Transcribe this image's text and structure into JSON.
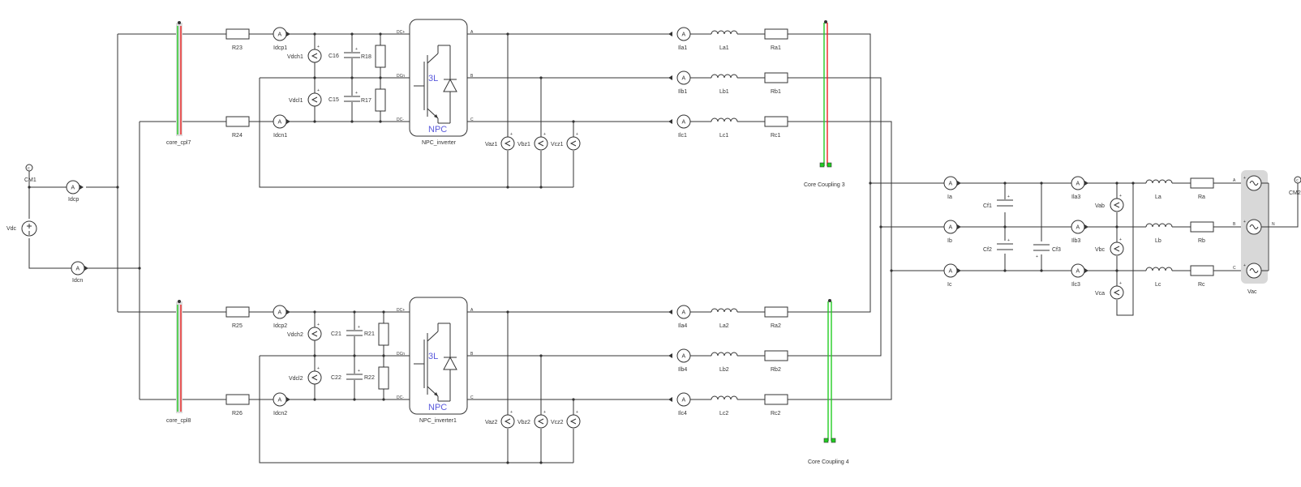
{
  "labels": {
    "R23": "R23",
    "R24": "R24",
    "R25": "R25",
    "R26": "R26",
    "Idcp1": "Idcp1",
    "Idcn1": "Idcn1",
    "Idcp2": "Idcp2",
    "Idcn2": "Idcn2",
    "Vdch1": "Vdch1",
    "Vdcl1": "Vdcl1",
    "Vdch2": "Vdch2",
    "Vdcl2": "Vdcl2",
    "C16": "C16",
    "C15": "C15",
    "C21": "C21",
    "C22": "C22",
    "R18": "R18",
    "R17": "R17",
    "R21": "R21",
    "R22": "R22",
    "core_cpl7": "core_cpl7",
    "core_cpl8": "core_cpl8",
    "NPC_inverter": "NPC_inverter",
    "NPC_inverter1": "NPC_inverter1",
    "Vaz1": "Vaz1",
    "Vbz1": "Vbz1",
    "Vcz1": "Vcz1",
    "Vaz2": "Vaz2",
    "Vbz2": "Vbz2",
    "Vcz2": "Vcz2",
    "Ila1": "Ila1",
    "Ilb1": "Ilb1",
    "Ilc1": "Ilc1",
    "Ila4": "Ila4",
    "Ilb4": "Ilb4",
    "Ilc4": "Ilc4",
    "La1": "La1",
    "Lb1": "Lb1",
    "Lc1": "Lc1",
    "La2": "La2",
    "Lb2": "Lb2",
    "Lc2": "Lc2",
    "Ra1": "Ra1",
    "Rb1": "Rb1",
    "Rc1": "Rc1",
    "Ra2": "Ra2",
    "Rb2": "Rb2",
    "Rc2": "Rc2",
    "CoreCoupling3": "Core Coupling 3",
    "CoreCoupling4": "Core Coupling 4",
    "Vdc": "Vdc",
    "CM1": "CM1",
    "CM2": "CM2",
    "Idcp": "Idcp",
    "Idcn": "Idcn",
    "Ia": "Ia",
    "Ib": "Ib",
    "Ic": "Ic",
    "Cf1": "Cf1",
    "Cf2": "Cf2",
    "Cf3": "Cf3",
    "Ila3": "Ila3",
    "Ilb3": "Ilb3",
    "Ilc3": "Ilc3",
    "Vab": "Vab",
    "Vbc": "Vbc",
    "Vca": "Vca",
    "La": "La",
    "Lb": "Lb",
    "Lc": "Lc",
    "Ra": "Ra",
    "Rb": "Rb",
    "Rc": "Rc",
    "Vac": "Vac",
    "N": "N",
    "npc_text": "NPC",
    "three_level": "3L",
    "port_DCp": "DC+",
    "port_DCn": "DCn",
    "port_DCm": "DC-",
    "port_A": "A",
    "port_B": "B",
    "port_C": "C",
    "plus": "+",
    "ammeter_symbol": "A",
    "ground_symbol": "c"
  }
}
